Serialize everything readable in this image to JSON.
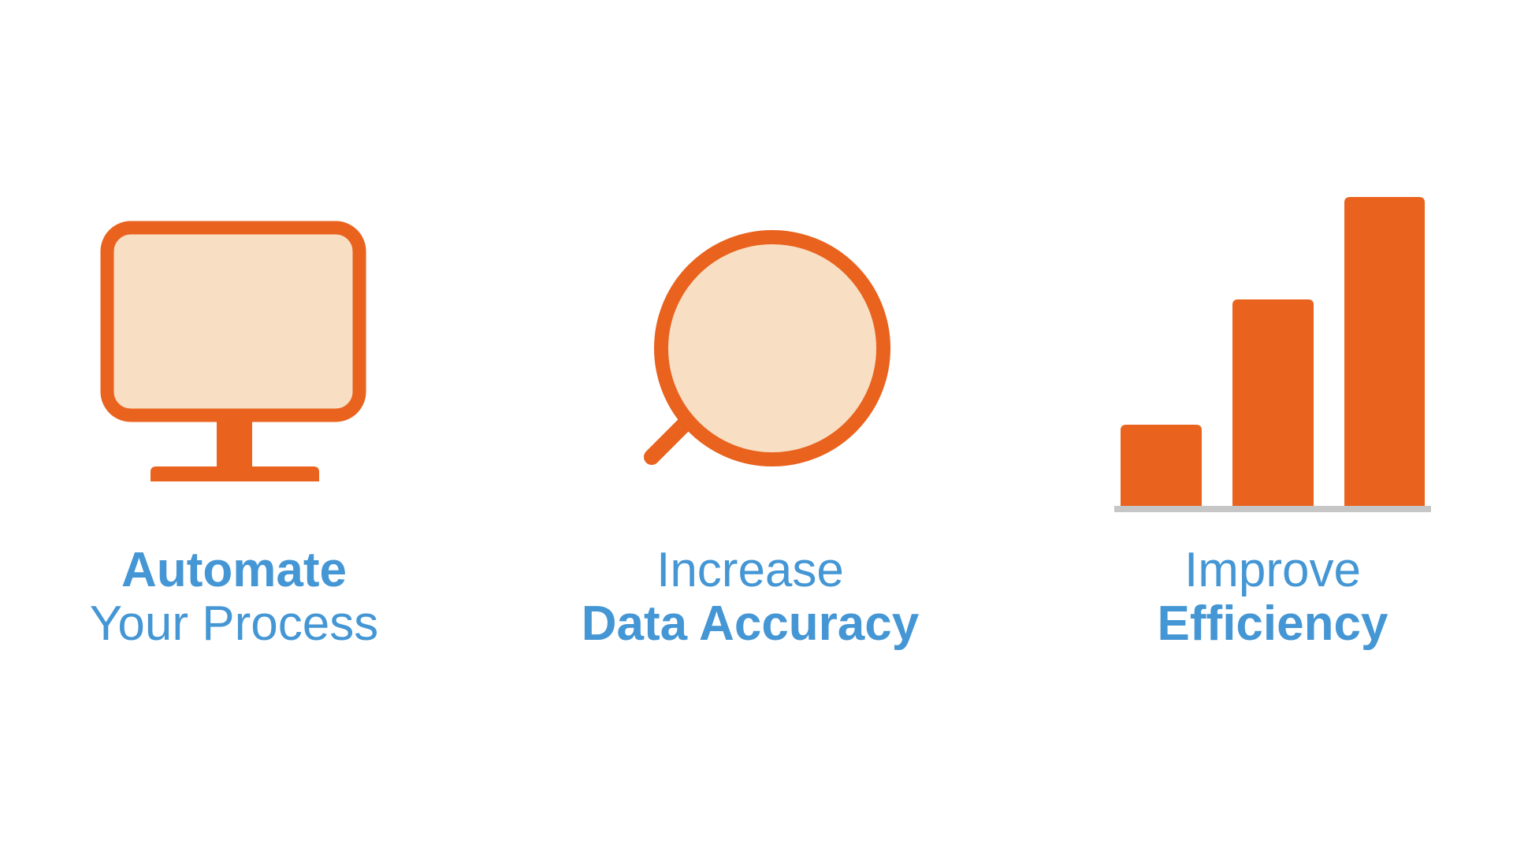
{
  "colors": {
    "accent_orange": "#e9621e",
    "fill_peach": "#f8dfc4",
    "text_blue": "#4496d4",
    "baseline_gray": "#c6c6c6",
    "background": "#ffffff"
  },
  "features": [
    {
      "icon": "monitor-icon",
      "line1": "Automate",
      "line1_weight": "bold",
      "line2": "Your Process",
      "line2_weight": "regular"
    },
    {
      "icon": "magnifier-icon",
      "line1": "Increase",
      "line1_weight": "regular",
      "line2": "Data Accuracy",
      "line2_weight": "bold"
    },
    {
      "icon": "bar-chart-icon",
      "line1": "Improve",
      "line1_weight": "regular",
      "line2": "Efficiency",
      "line2_weight": "bold"
    }
  ]
}
